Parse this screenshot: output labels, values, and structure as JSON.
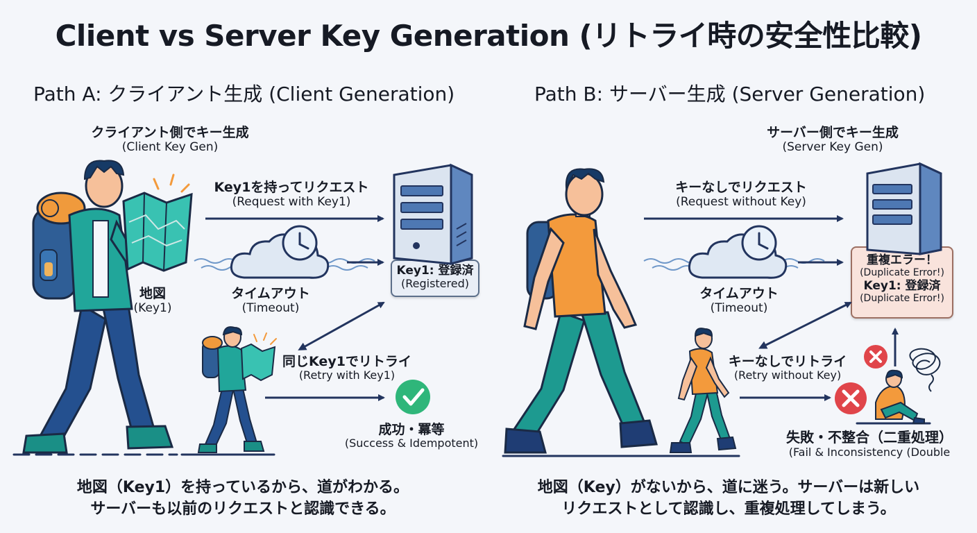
{
  "title": "Client vs Server Key Generation (リトライ時の安全性比較)",
  "path_a": {
    "title": "Path A: クライアント生成 (Client Generation)",
    "keygen_jp": "クライアント側でキー生成",
    "keygen_en": "(Client Key Gen)",
    "map_jp": "地図",
    "map_en": "(Key1)",
    "request_jp": "Key1を持ってリクエスト",
    "request_en": "(Request with Key1)",
    "timeout_jp": "タイムアウト",
    "timeout_en": "(Timeout)",
    "registered_jp": "Key1: 登録済",
    "registered_en": "(Registered)",
    "retry_jp": "同じKey1でリトライ",
    "retry_en": "(Retry with Key1)",
    "result_jp": "成功・冪等",
    "result_en": "(Success & Idempotent)",
    "bottom_line1": "地図（Key1）を持っているから、道がわかる。",
    "bottom_line2": "サーバーも以前のリクエストと認識できる。"
  },
  "path_b": {
    "title": "Path B: サーバー生成 (Server Generation)",
    "keygen_jp": "サーバー側でキー生成",
    "keygen_en": "(Server Key Gen)",
    "request_jp": "キーなしでリクエスト",
    "request_en": "(Request without Key)",
    "timeout_jp": "タイムアウト",
    "timeout_en": "(Timeout)",
    "error_line1": "重複エラー！",
    "error_line2": "(Duplicate Error!)",
    "error_line3": "Key1: 登録済",
    "error_line4": "(Duplicate Error!)",
    "retry_jp": "キーなしでリトライ",
    "retry_en": "(Retry without Key)",
    "result_jp": "失敗・不整合（二重処理）",
    "result_en": "(Fail & Inconsistency (Double",
    "bottom_line1": "地図（Key）がないから、道に迷う。サーバーは新しい",
    "bottom_line2": "リクエストとして認識し、重複処理してしまう。"
  },
  "colors": {
    "arrow": "#22345e",
    "success": "#2fb67a",
    "error": "#e0454a",
    "teal": "#1fa59a",
    "orange": "#f39a3c",
    "navy": "#1f3d74",
    "server": "#dbe4f0"
  }
}
